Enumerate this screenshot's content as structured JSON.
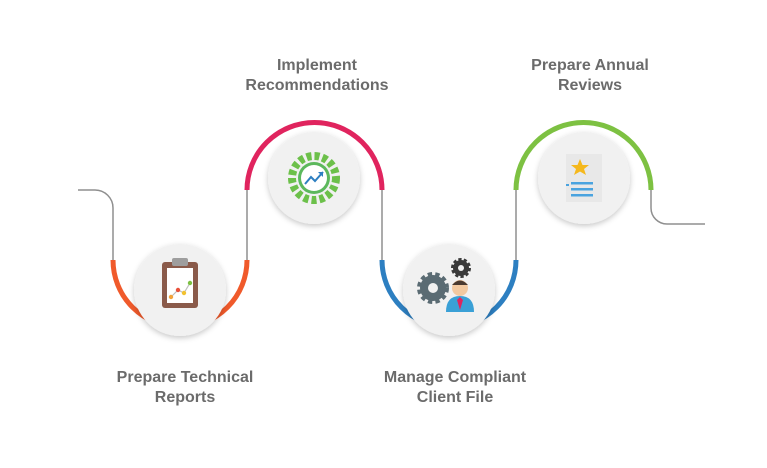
{
  "steps": [
    {
      "line1": "Prepare Technical",
      "line2": "Reports",
      "icon": "clipboard-chart-icon",
      "color": "#f05a2b"
    },
    {
      "line1": "Implement",
      "line2": "Recommendations",
      "icon": "growth-gear-icon",
      "color": "#e0245e"
    },
    {
      "line1": "Manage Compliant",
      "line2": "Client File",
      "icon": "manager-gears-icon",
      "color": "#2d7fc1"
    },
    {
      "line1": "Prepare Annual",
      "line2": "Reviews",
      "icon": "star-document-icon",
      "color": "#7dc142"
    }
  ],
  "colors": {
    "connector": "#8f8f8f",
    "label": "#6b6b6b"
  }
}
